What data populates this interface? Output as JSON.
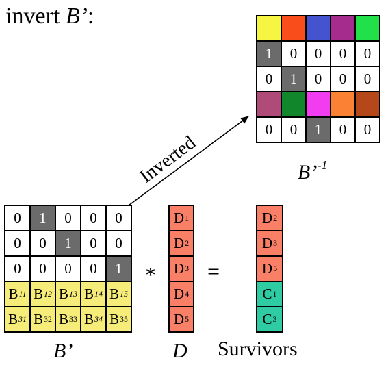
{
  "title": {
    "prefix": "invert ",
    "symbol": "B’",
    "suffix": ":"
  },
  "b_inverse": {
    "label": "B’",
    "superscript": "-1",
    "rows": [
      [
        {
          "bg": "#f5f542"
        },
        {
          "bg": "#f94d1c"
        },
        {
          "bg": "#4454cf"
        },
        {
          "bg": "#a52b8c"
        },
        {
          "bg": "#22e04a"
        }
      ],
      [
        {
          "t": "1",
          "bg": "#6b6b6b",
          "dark": true
        },
        {
          "t": "0"
        },
        {
          "t": "0"
        },
        {
          "t": "0"
        },
        {
          "t": "0"
        }
      ],
      [
        {
          "t": "0"
        },
        {
          "t": "1",
          "bg": "#6b6b6b",
          "dark": true
        },
        {
          "t": "0"
        },
        {
          "t": "0"
        },
        {
          "t": "0"
        }
      ],
      [
        {
          "bg": "#b04a78"
        },
        {
          "bg": "#12862a"
        },
        {
          "bg": "#f23cf0"
        },
        {
          "bg": "#fb8234"
        },
        {
          "bg": "#b5471a"
        }
      ],
      [
        {
          "t": "0"
        },
        {
          "t": "0"
        },
        {
          "t": "1",
          "bg": "#6b6b6b",
          "dark": true
        },
        {
          "t": "0"
        },
        {
          "t": "0"
        }
      ]
    ]
  },
  "arrow_label": "Inverted",
  "b_prime": {
    "label": "B’",
    "rows": [
      [
        {
          "t": "0"
        },
        {
          "t": "1",
          "bg": "#6b6b6b",
          "dark": true
        },
        {
          "t": "0"
        },
        {
          "t": "0"
        },
        {
          "t": "0"
        }
      ],
      [
        {
          "t": "0"
        },
        {
          "t": "0"
        },
        {
          "t": "1",
          "bg": "#6b6b6b",
          "dark": true
        },
        {
          "t": "0"
        },
        {
          "t": "0"
        }
      ],
      [
        {
          "t": "0"
        },
        {
          "t": "0"
        },
        {
          "t": "0"
        },
        {
          "t": "0"
        },
        {
          "t": "1",
          "bg": "#6b6b6b",
          "dark": true
        }
      ],
      [
        {
          "t": "B",
          "s": "11",
          "bg": "#f5ec7a",
          "si": true
        },
        {
          "t": "B",
          "s": "12",
          "bg": "#f5ec7a",
          "si": true
        },
        {
          "t": "B",
          "s": "13",
          "bg": "#f5ec7a",
          "si": true
        },
        {
          "t": "B",
          "s": "14",
          "bg": "#f5ec7a",
          "si": true
        },
        {
          "t": "B",
          "s": "15",
          "bg": "#f5ec7a",
          "si": true
        }
      ],
      [
        {
          "t": "B",
          "s": "31",
          "bg": "#f5ec7a",
          "si": true
        },
        {
          "t": "B",
          "s": "32",
          "bg": "#f5ec7a"
        },
        {
          "t": "B",
          "s": "33",
          "bg": "#f5ec7a"
        },
        {
          "t": "B",
          "s": "34",
          "bg": "#f5ec7a",
          "si": true
        },
        {
          "t": "B",
          "s": "35",
          "bg": "#f5ec7a"
        }
      ]
    ]
  },
  "multiply": "*",
  "equals": "=",
  "d_vector": {
    "label": "D",
    "rows": [
      [
        {
          "t": "D",
          "s": "1",
          "bg": "#f97f67"
        }
      ],
      [
        {
          "t": "D",
          "s": "2",
          "bg": "#f97f67"
        }
      ],
      [
        {
          "t": "D",
          "s": "3",
          "bg": "#f97f67"
        }
      ],
      [
        {
          "t": "D",
          "s": "4",
          "bg": "#f97f67"
        }
      ],
      [
        {
          "t": "D",
          "s": "5",
          "bg": "#f97f67"
        }
      ]
    ]
  },
  "survivors": {
    "label": "Survivors",
    "rows": [
      [
        {
          "t": "D",
          "s": "2",
          "bg": "#f97f67"
        }
      ],
      [
        {
          "t": "D",
          "s": "3",
          "bg": "#f97f67"
        }
      ],
      [
        {
          "t": "D",
          "s": "5",
          "bg": "#f97f67"
        }
      ],
      [
        {
          "t": "C",
          "s": "1",
          "bg": "#2fcca3"
        }
      ],
      [
        {
          "t": "C",
          "s": "3",
          "bg": "#2fcca3"
        }
      ]
    ]
  }
}
